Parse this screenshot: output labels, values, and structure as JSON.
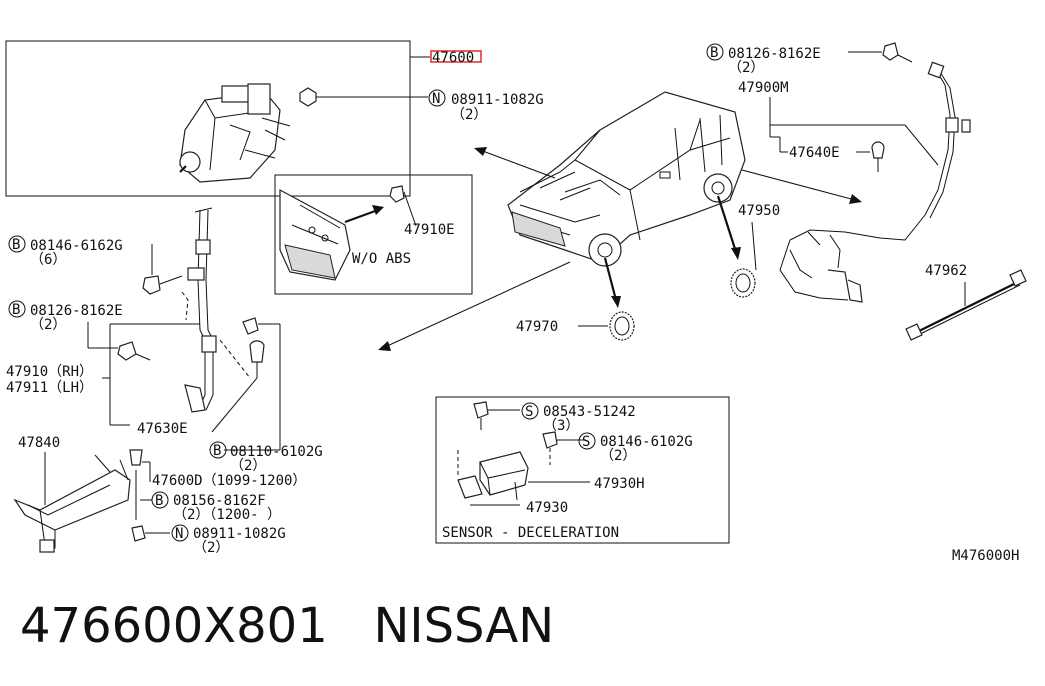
{
  "labels": {
    "p47600": "47600",
    "n08911a": "08911-1082G",
    "n08911a_qty": "（2）",
    "b08126a": "08126-8162E",
    "b08126a_qty": "（2）",
    "p47900M": "47900M",
    "p47640E": "47640E",
    "p47910E": "47910E",
    "wo_abs": "W/O ABS",
    "b08146": "08146-6162G",
    "b08146_qty": "（6）",
    "p47950": "47950",
    "b08126b": "08126-8162E",
    "b08126b_qty": "（2）",
    "p47962": "47962",
    "p47970": "47970",
    "p47910": "47910（RH）",
    "p47911": "47911（LH）",
    "p47630E": "47630E",
    "b08110": "08110-6102G",
    "b08110_qty": "（2）",
    "p47840": "47840",
    "p47600D": "47600D（1099-1200）",
    "b08156": "08156-8162F",
    "b08156_qty": "（2）（1200-    ）",
    "n08911b": "08911-1082G",
    "n08911b_qty": "（2）",
    "s08543": "08543-51242",
    "s08543_qty": "（3）",
    "s08146": "08146-6102G",
    "s08146_qty": "（2）",
    "p47930H": "47930H",
    "p47930": "47930",
    "sensor": "SENSOR - DECELERATION",
    "ref": "M476000H"
  },
  "markers": {
    "B": "B",
    "N": "N",
    "S": "S"
  },
  "caption": "476600X801   NISSAN",
  "colors": {
    "highlight": "#e53935",
    "ink": "#111111"
  }
}
